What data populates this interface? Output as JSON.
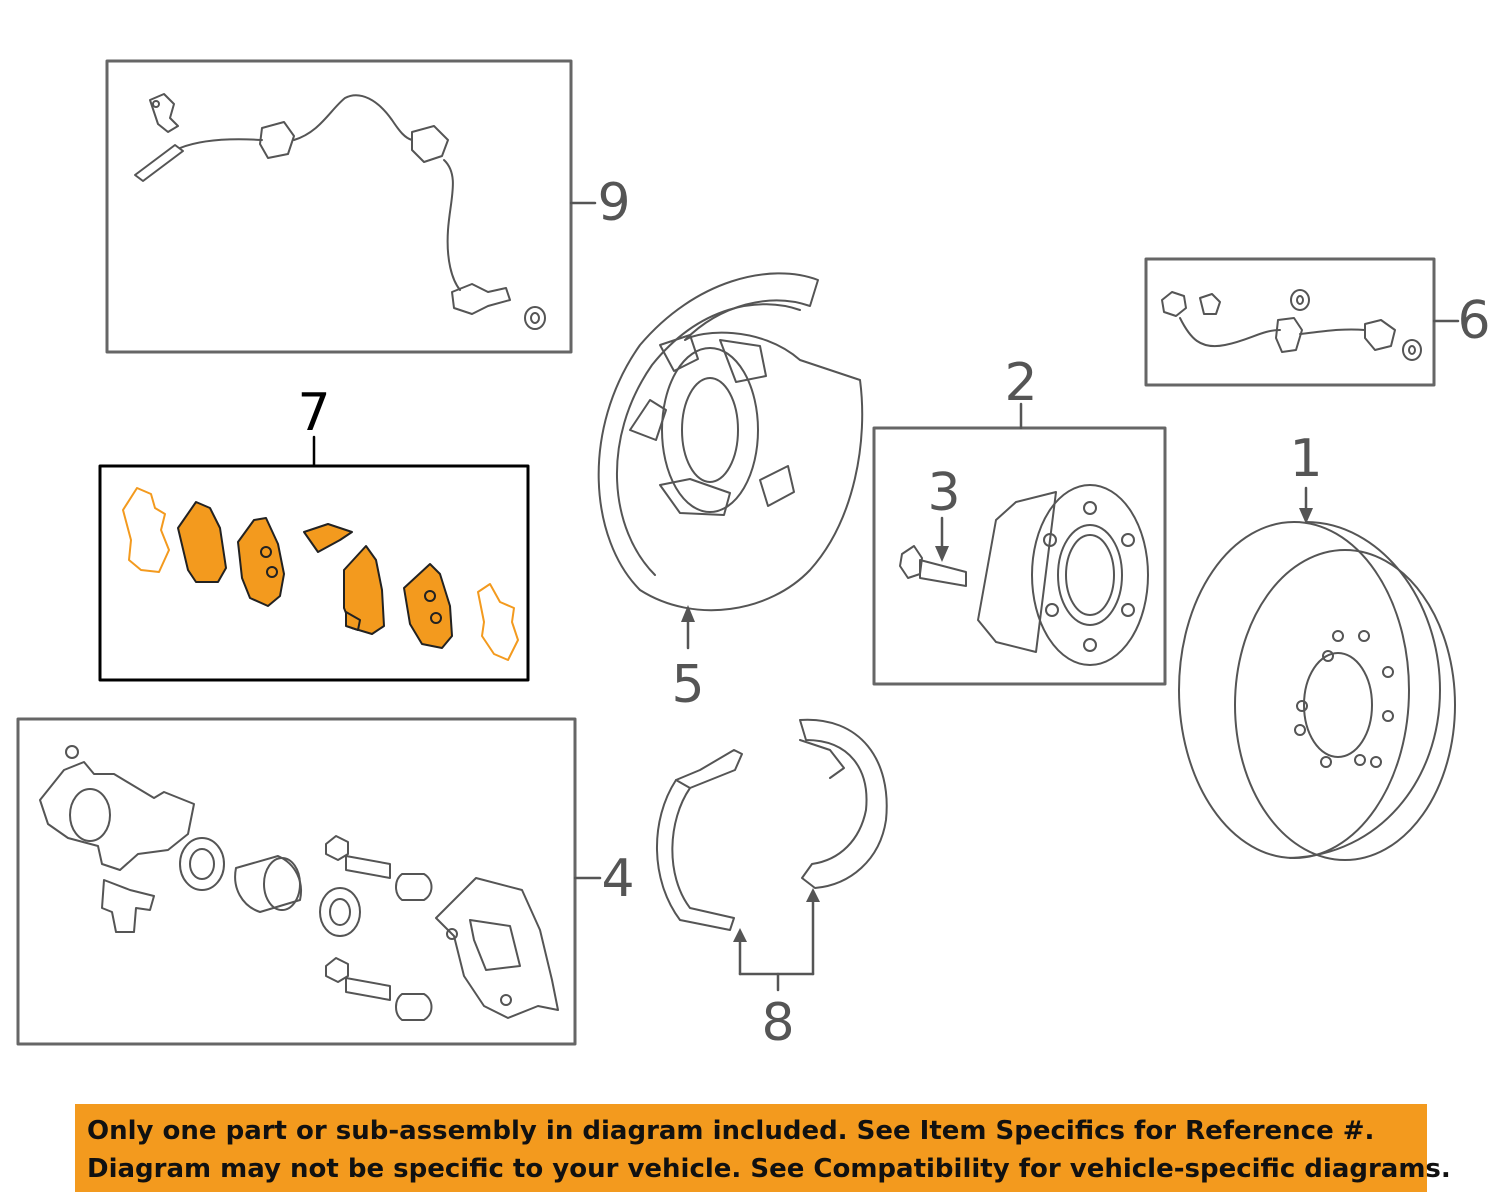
{
  "callouts": {
    "c1": "1",
    "c2": "2",
    "c3": "3",
    "c4": "4",
    "c5": "5",
    "c6": "6",
    "c7": "7",
    "c8": "8",
    "c9": "9"
  },
  "notice": {
    "line1": "Only one part or sub-assembly in diagram included. See Item Specifics for Reference #.",
    "line2": "Diagram may not be specific to your vehicle. See Compatibility for vehicle-specific diagrams."
  },
  "colors": {
    "highlight": "#f39a1e",
    "line": "#555555",
    "box": "#666666"
  }
}
